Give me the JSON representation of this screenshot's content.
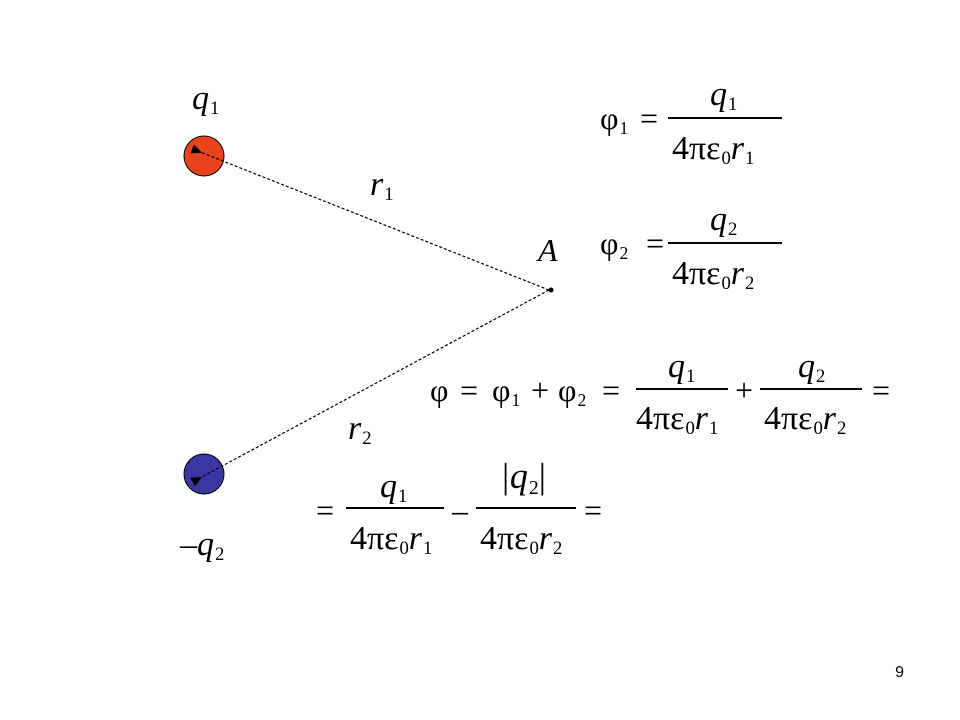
{
  "charges": {
    "q1": {
      "label": "q",
      "sub": "1",
      "color": "#e8431c"
    },
    "q2": {
      "label": "–q",
      "sub": "2",
      "color": "#3a37a3"
    }
  },
  "distances": {
    "r1": {
      "label": "r",
      "sub": "1"
    },
    "r2": {
      "label": "r",
      "sub": "2"
    }
  },
  "point": {
    "label": "A"
  },
  "formulas": {
    "phi1": {
      "lhs": "φ",
      "lhs_sub": "1",
      "eq": "=",
      "num": "q",
      "num_sub": "1",
      "den": "4πε",
      "den_sub0": "0",
      "den_r": "r",
      "den_sub": "1"
    },
    "phi2": {
      "lhs": "φ",
      "lhs_sub": "2",
      "eq": "=",
      "num": "q",
      "num_sub": "2",
      "den": "4πε",
      "den_sub0": "0",
      "den_r": "r",
      "den_sub": "2"
    },
    "sum": {
      "phi": "φ",
      "eq1": "=",
      "p1": "φ",
      "p1_sub": "1",
      "plus": "+",
      "p2": "φ",
      "p2_sub": "2",
      "eq2": "=",
      "plus2": "+",
      "eq3": "="
    },
    "diff": {
      "eq0": "=",
      "minus": "–",
      "eq_end": "=",
      "abs_num": "|q",
      "abs_sub": "2",
      "abs_close": "|"
    }
  },
  "page_number": "9"
}
